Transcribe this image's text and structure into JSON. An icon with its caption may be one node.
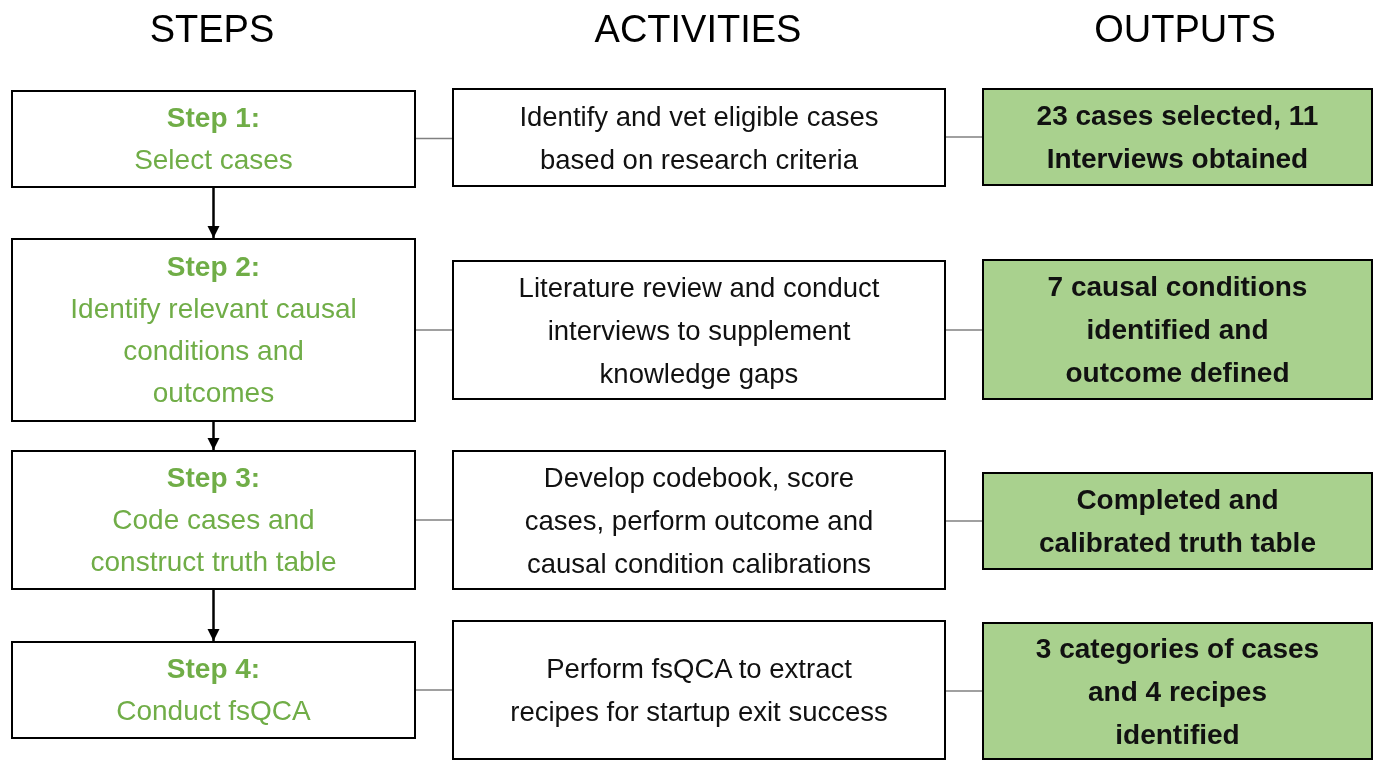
{
  "diagram": {
    "nodes": [
      {
        "text": [
          "Step 1:",
          "Select cases"
        ]
      },
      {
        "text": [
          "Identify and vet eligible cases based on research criteria"
        ]
      },
      {
        "text": [
          "23 cases selected, 11 Interviews obtained"
        ]
      },
      {
        "text": [
          "Step 2:",
          "Identify relevant causal conditions and outcomes"
        ]
      },
      {
        "text": [
          "Literature review and conduct interviews to supplement knowledge gaps"
        ]
      },
      {
        "text": [
          "7 causal conditions identified and outcome defined"
        ]
      },
      {
        "text": [
          "Step 3:",
          "Code cases and construct truth table"
        ]
      },
      {
        "text": [
          "Develop codebook, score cases, perform outcome and causal condition calibrations"
        ]
      },
      {
        "text": [
          "Completed and calibrated truth table"
        ]
      },
      {
        "text": [
          "Step 4:",
          "Conduct fsQCA"
        ]
      },
      {
        "text": [
          "Perform fsQCA to extract recipes for startup exit success"
        ]
      },
      {
        "text": [
          "3 categories of cases and 4 recipes identified"
        ]
      }
    ],
    "edges": [
      {
        "from": 0,
        "to": 1,
        "arrow": "none"
      },
      {
        "from": 1,
        "to": 2,
        "arrow": "none"
      },
      {
        "from": 3,
        "to": 4,
        "arrow": "none"
      },
      {
        "from": 4,
        "to": 5,
        "arrow": "none"
      },
      {
        "from": 6,
        "to": 7,
        "arrow": "none"
      },
      {
        "from": 7,
        "to": 8,
        "arrow": "none"
      },
      {
        "from": 9,
        "to": 10,
        "arrow": "none"
      },
      {
        "from": 10,
        "to": 11,
        "arrow": "none"
      },
      {
        "from": 0,
        "to": 3,
        "arrow": "to",
        "color": "#000000"
      },
      {
        "from": 3,
        "to": 6,
        "arrow": "to",
        "color": "#000000"
      },
      {
        "from": 6,
        "to": 9,
        "arrow": "to",
        "color": "#000000"
      }
    ],
    "labels": [
      "STEPS",
      "ACTIVITIES",
      "OUTPUTS"
    ]
  }
}
